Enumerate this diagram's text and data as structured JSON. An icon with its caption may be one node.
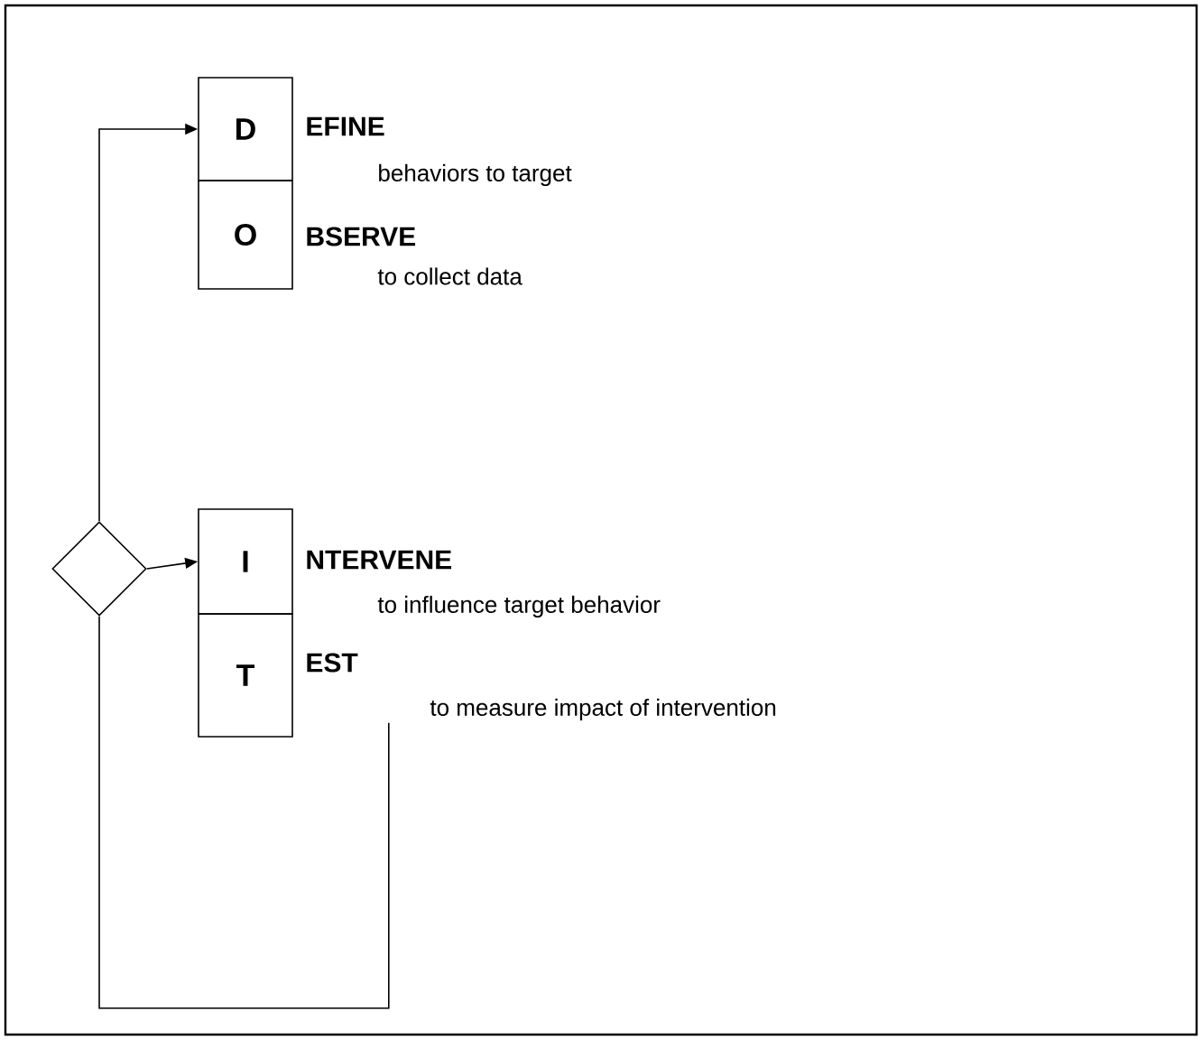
{
  "diagram": {
    "nodes": [
      {
        "text": [
          "D"
        ],
        "beside": [
          "EFINE",
          "behaviors to target"
        ]
      },
      {
        "text": [
          "O"
        ],
        "beside": [
          "BSERVE",
          "to collect data"
        ]
      },
      {
        "text": [
          "I"
        ],
        "beside": [
          "NTERVENE",
          "to influence target behavior"
        ]
      },
      {
        "text": [
          "T"
        ],
        "beside": [
          "EST",
          "to measure impact of intervention"
        ]
      },
      {
        "text": [],
        "shape": "diamond"
      }
    ],
    "edges": [
      {
        "from": 4,
        "to": 0,
        "arrow": "to"
      },
      {
        "from": 4,
        "to": 2,
        "arrow": "to"
      },
      {
        "from": 3,
        "to": 4,
        "arrow": "none"
      }
    ]
  }
}
